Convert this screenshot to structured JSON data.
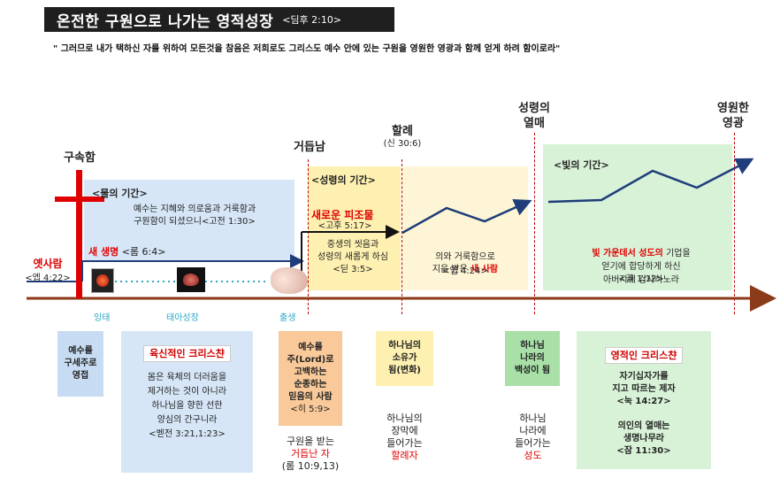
{
  "title": {
    "main": "온전한 구원으로 나가는 영적성장",
    "ref": "<딤후 2:10>"
  },
  "quote": "\" 그러므로 내가 택하신 자를 위하여 모든것을 참음은 저희로도 그리스도 예수 안에 있는 구원을 영원한 영광과 함께 얻게 하려 함이로라\"",
  "milestones": {
    "cross": "구속함",
    "old_man": "옛사람",
    "old_man_ref": "<엡 4:22>",
    "new_life": "새 생명",
    "new_life_ref": "<롬 6:4>",
    "born_again": "거듭남",
    "circumcision": "할례",
    "circumcision_ref": "(신 30:6)",
    "spirit_fruit": "성령의\n열매",
    "eternal_glory": "영원한\n영광",
    "new_creation": "새로운 피조물",
    "new_creation_ref": "<고후 5:17>"
  },
  "periods": {
    "water": {
      "label": "<물의 기간>",
      "text": "예수는 지혜와 의로움과 거룩함과\n구원함이 되셨으니<고전 1:30>"
    },
    "spirit": {
      "label": "<성령의 기간>",
      "text": "중생의 씻음과\n성령의 새롭게 하심\n<딛 3:5>"
    },
    "holy": {
      "text_prefix": "의와 거룩함으로\n지음 받은 ",
      "text_highlight": "새 사람",
      "ref": "<엡 4:24>"
    },
    "light": {
      "label": "<빛의 기간>",
      "text_prefix": "빛 가운데서 성도의",
      "text_rest": " 기업을\n얻기에 합당하게 하신\n아버지께 감사하노라",
      "ref": "<골 1:12>"
    }
  },
  "stages": [
    "잉태",
    "태아성장",
    "출생"
  ],
  "bottom": {
    "c1": "예수를\n구세주로\n영접",
    "c2_tag": "육신적인 크리스챤",
    "c2_text": "몸은 육체의 더러움을\n제거하는 것이 아니라\n하나님을 향한 선한\n양심의 간구니라\n<벧전 3:21,1:23>",
    "c3": "예수를\n주(Lord)로\n고백하는\n순종하는\n믿음의 사람",
    "c3_ref": "<히 5:9>",
    "c3_below": "구원을 받는",
    "c3_below_red": "거듭난 자",
    "c3_below_ref": "(롬 10:9,13)",
    "c4": "하나님의\n소유가\n됨(변화)",
    "c4_below": "하나님의\n장막에\n들어가는",
    "c4_below_red": "할례자",
    "c5": "하나님\n나라의\n백성이 됨",
    "c5_below": "하나님\n나라에\n들어가는",
    "c5_below_red": "성도",
    "c6_tag": "영적인 크리스챤",
    "c6_text": "자기십자가를\n지고 따르는 제자\n<눅 14:27>\n\n의인의 열매는\n생명나무라\n<잠 11:30>"
  },
  "colors": {
    "water_bg": "#d6e6f7",
    "spirit_bg": "#fdf0b0",
    "holy_bg": "#fdf5d6",
    "light_bg": "#d8f2d8",
    "timeline": "#8b3a1a",
    "arrow": "#1f3d7a",
    "cross": "#e00000"
  },
  "icons": [
    "cross-icon",
    "conception-icon",
    "fetus-icon",
    "baby-icon"
  ]
}
